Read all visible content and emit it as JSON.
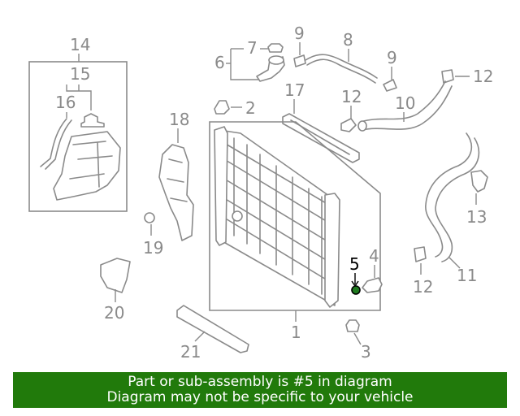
{
  "callouts": {
    "c1": "1",
    "c2": "2",
    "c3": "3",
    "c4": "4",
    "c5": "5",
    "c6": "6",
    "c7": "7",
    "c8": "8",
    "c9a": "9",
    "c9b": "9",
    "c10": "10",
    "c11": "11",
    "c12a": "12",
    "c12b": "12",
    "c12c": "12",
    "c13": "13",
    "c14": "14",
    "c15": "15",
    "c16": "16",
    "c17": "17",
    "c18": "18",
    "c19": "19",
    "c20": "20",
    "c21": "21"
  },
  "highlighted_part": "5",
  "colors": {
    "line": "#8a8a8a",
    "highlight": "#000000",
    "part5_fill": "#1f7a1f",
    "banner_bg": "#217a0b",
    "banner_text": "#ffffff"
  },
  "banner": {
    "line1": "Part or sub-assembly is #5 in diagram",
    "line2": "Diagram may not be specific to your vehicle"
  }
}
